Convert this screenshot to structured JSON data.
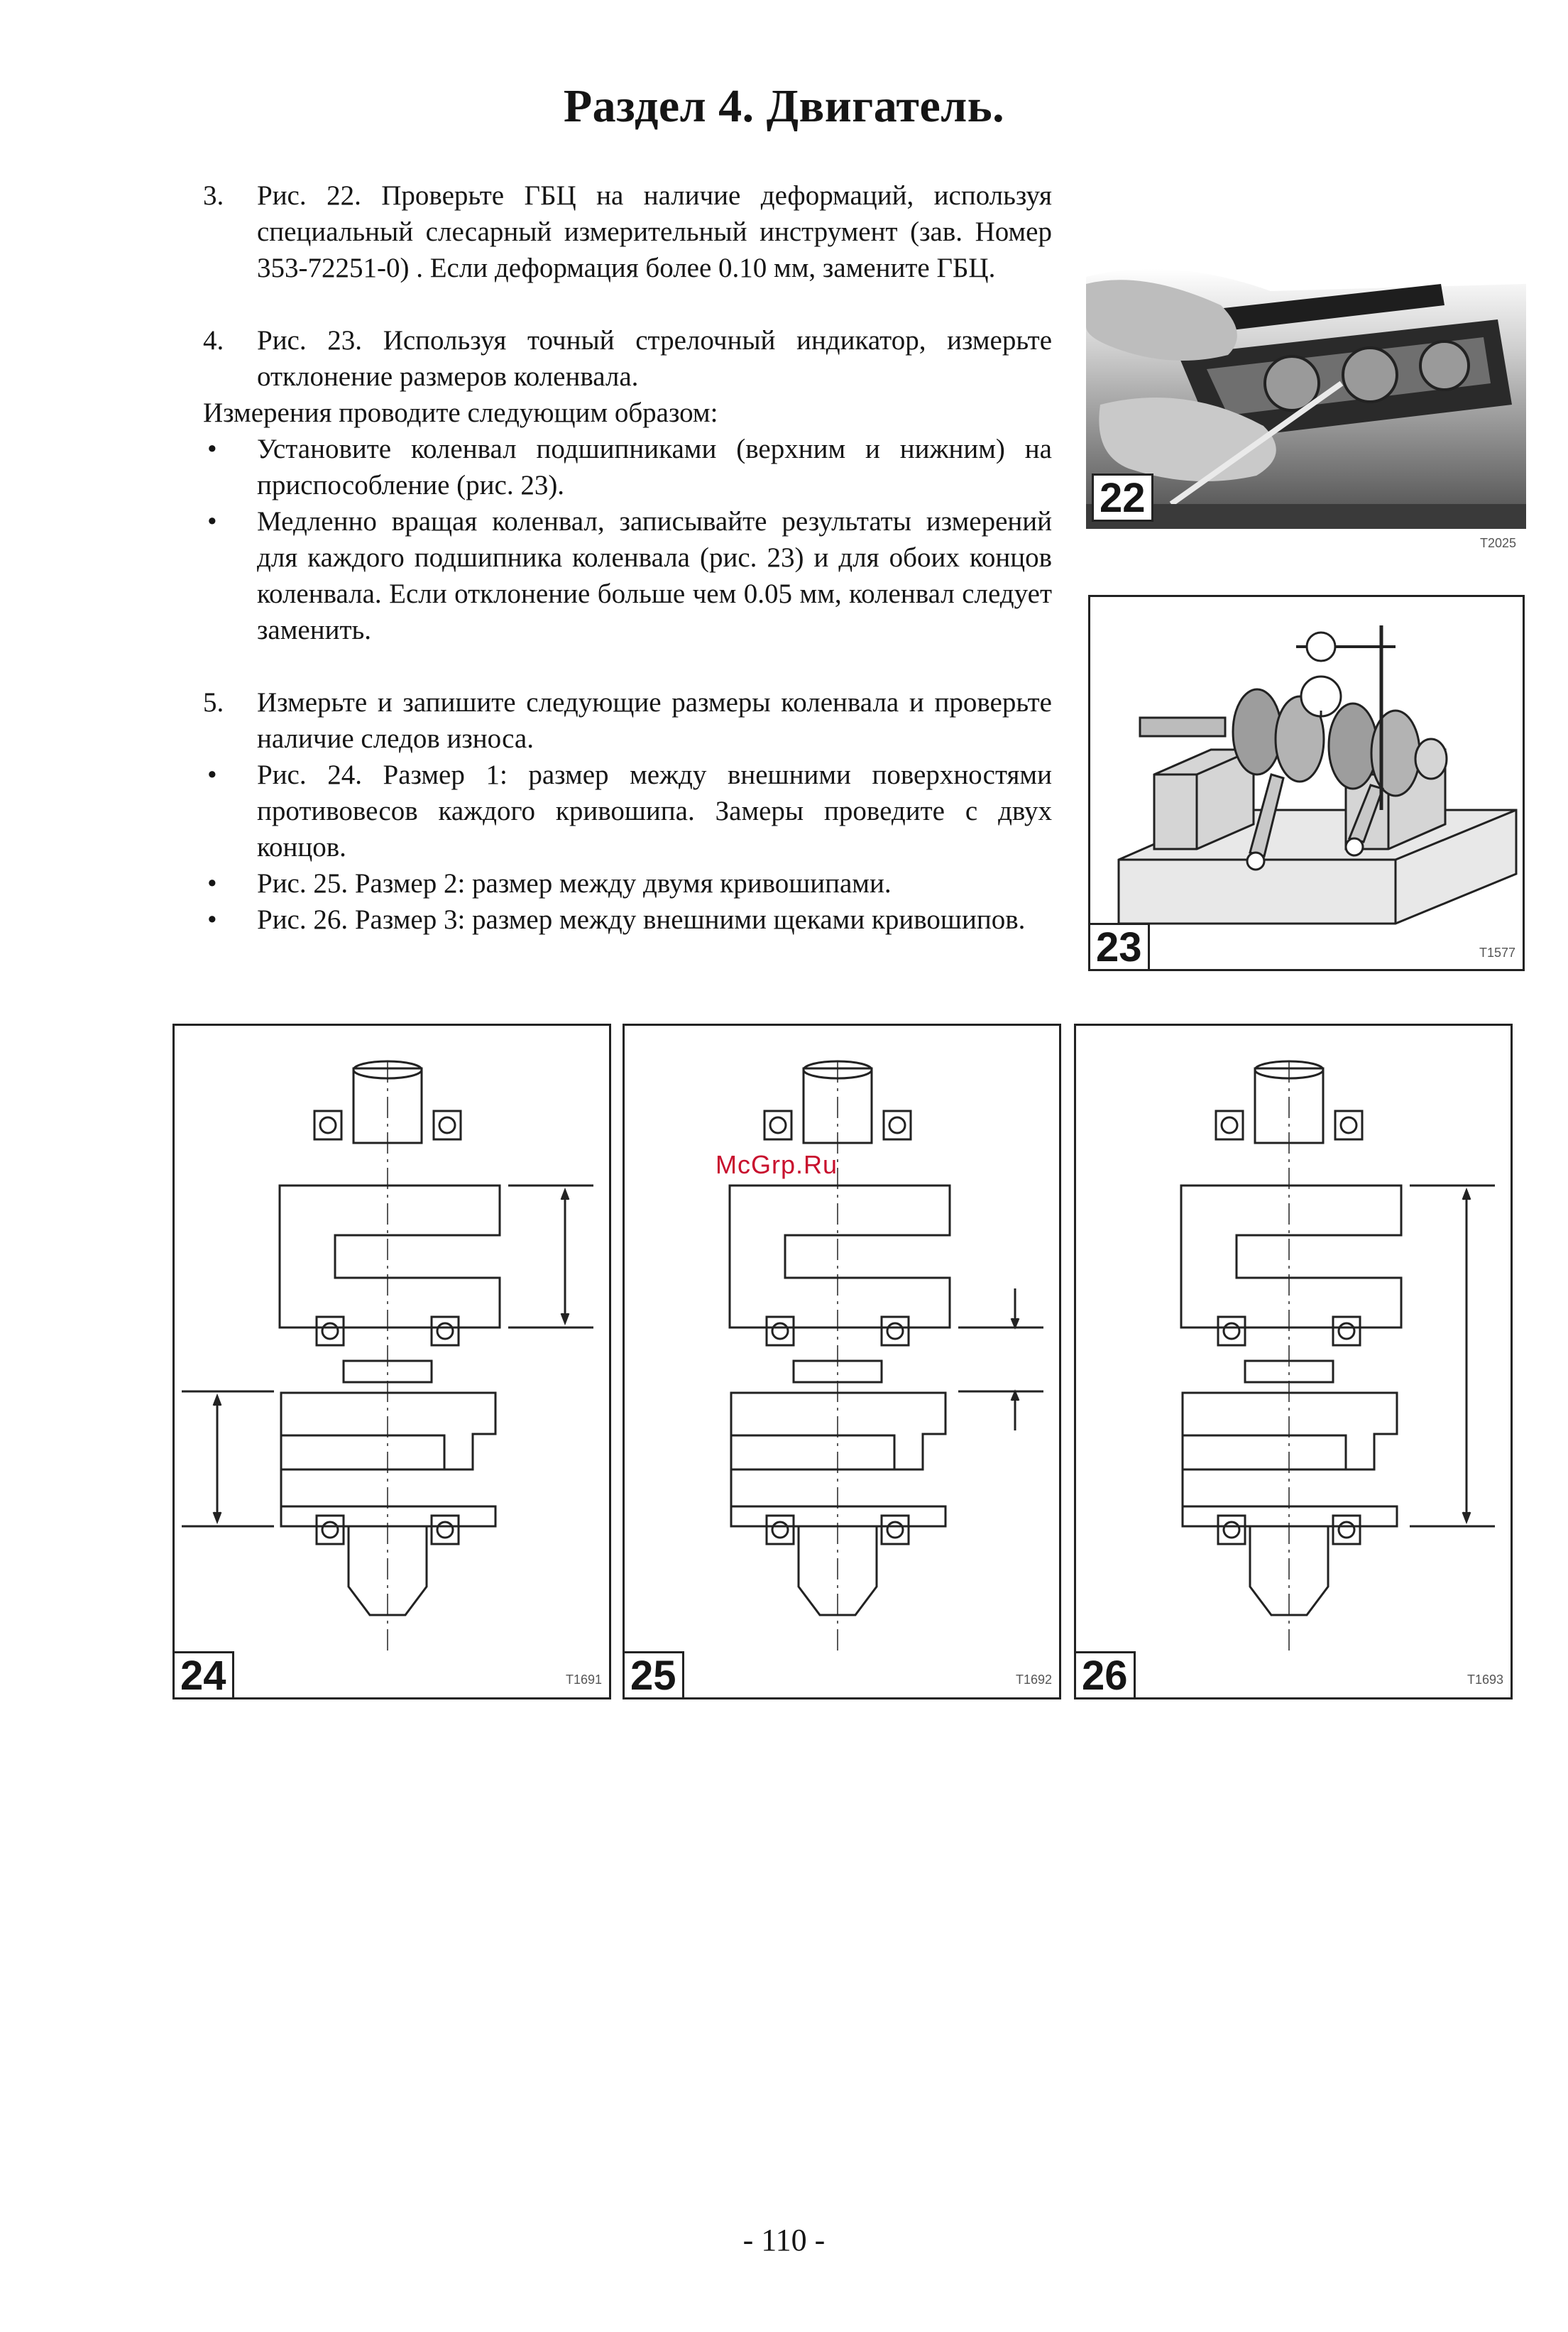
{
  "title": "Раздел 4. Двигатель.",
  "paragraphs": {
    "p3": {
      "num": "3.",
      "text": "Рис. 22. Проверьте ГБЦ на наличие деформаций, используя специальный слесарный измерительный инструмент (зав. Номер 353-72251-0) . Если деформация более 0.10 мм, замените ГБЦ."
    },
    "p4": {
      "num": "4.",
      "text": "Рис. 23. Используя точный стрелочный индикатор, измерьте отклонение размеров коленвала."
    },
    "intro": "Измерения проводите следующим образом:",
    "bullets_a": [
      "Установите коленвал подшипниками (верхним и нижним) на приспособление (рис. 23).",
      "Медленно вращая коленвал, записывайте результаты измерений для каждого подшипника коленвала (рис. 23) и для обоих концов коленвала. Если отклонение больше чем 0.05 мм, коленвал следует заменить."
    ],
    "p5": {
      "num": "5.",
      "text": "Измерьте и запишите следующие размеры коленвала и проверьте наличие следов износа."
    },
    "bullets_b": [
      "Рис. 24. Размер 1: размер между внешними поверхностями противовесов каждого кривошипа. Замеры проведите с двух концов.",
      "Рис. 25. Размер 2: размер между двумя кривошипами.",
      "Рис. 26. Размер 3: размер между внешними  щеками кривошипов."
    ],
    "bullet_symbol": "•"
  },
  "figures": {
    "f22": {
      "number": "22",
      "code": "T2025"
    },
    "f23": {
      "number": "23",
      "code": "T1577"
    },
    "f24": {
      "number": "24",
      "code": "T1691"
    },
    "f25": {
      "number": "25",
      "code": "T1692"
    },
    "f26": {
      "number": "26",
      "code": "T1693"
    }
  },
  "watermark": "McGrp.Ru",
  "page_number": "- 110 -"
}
